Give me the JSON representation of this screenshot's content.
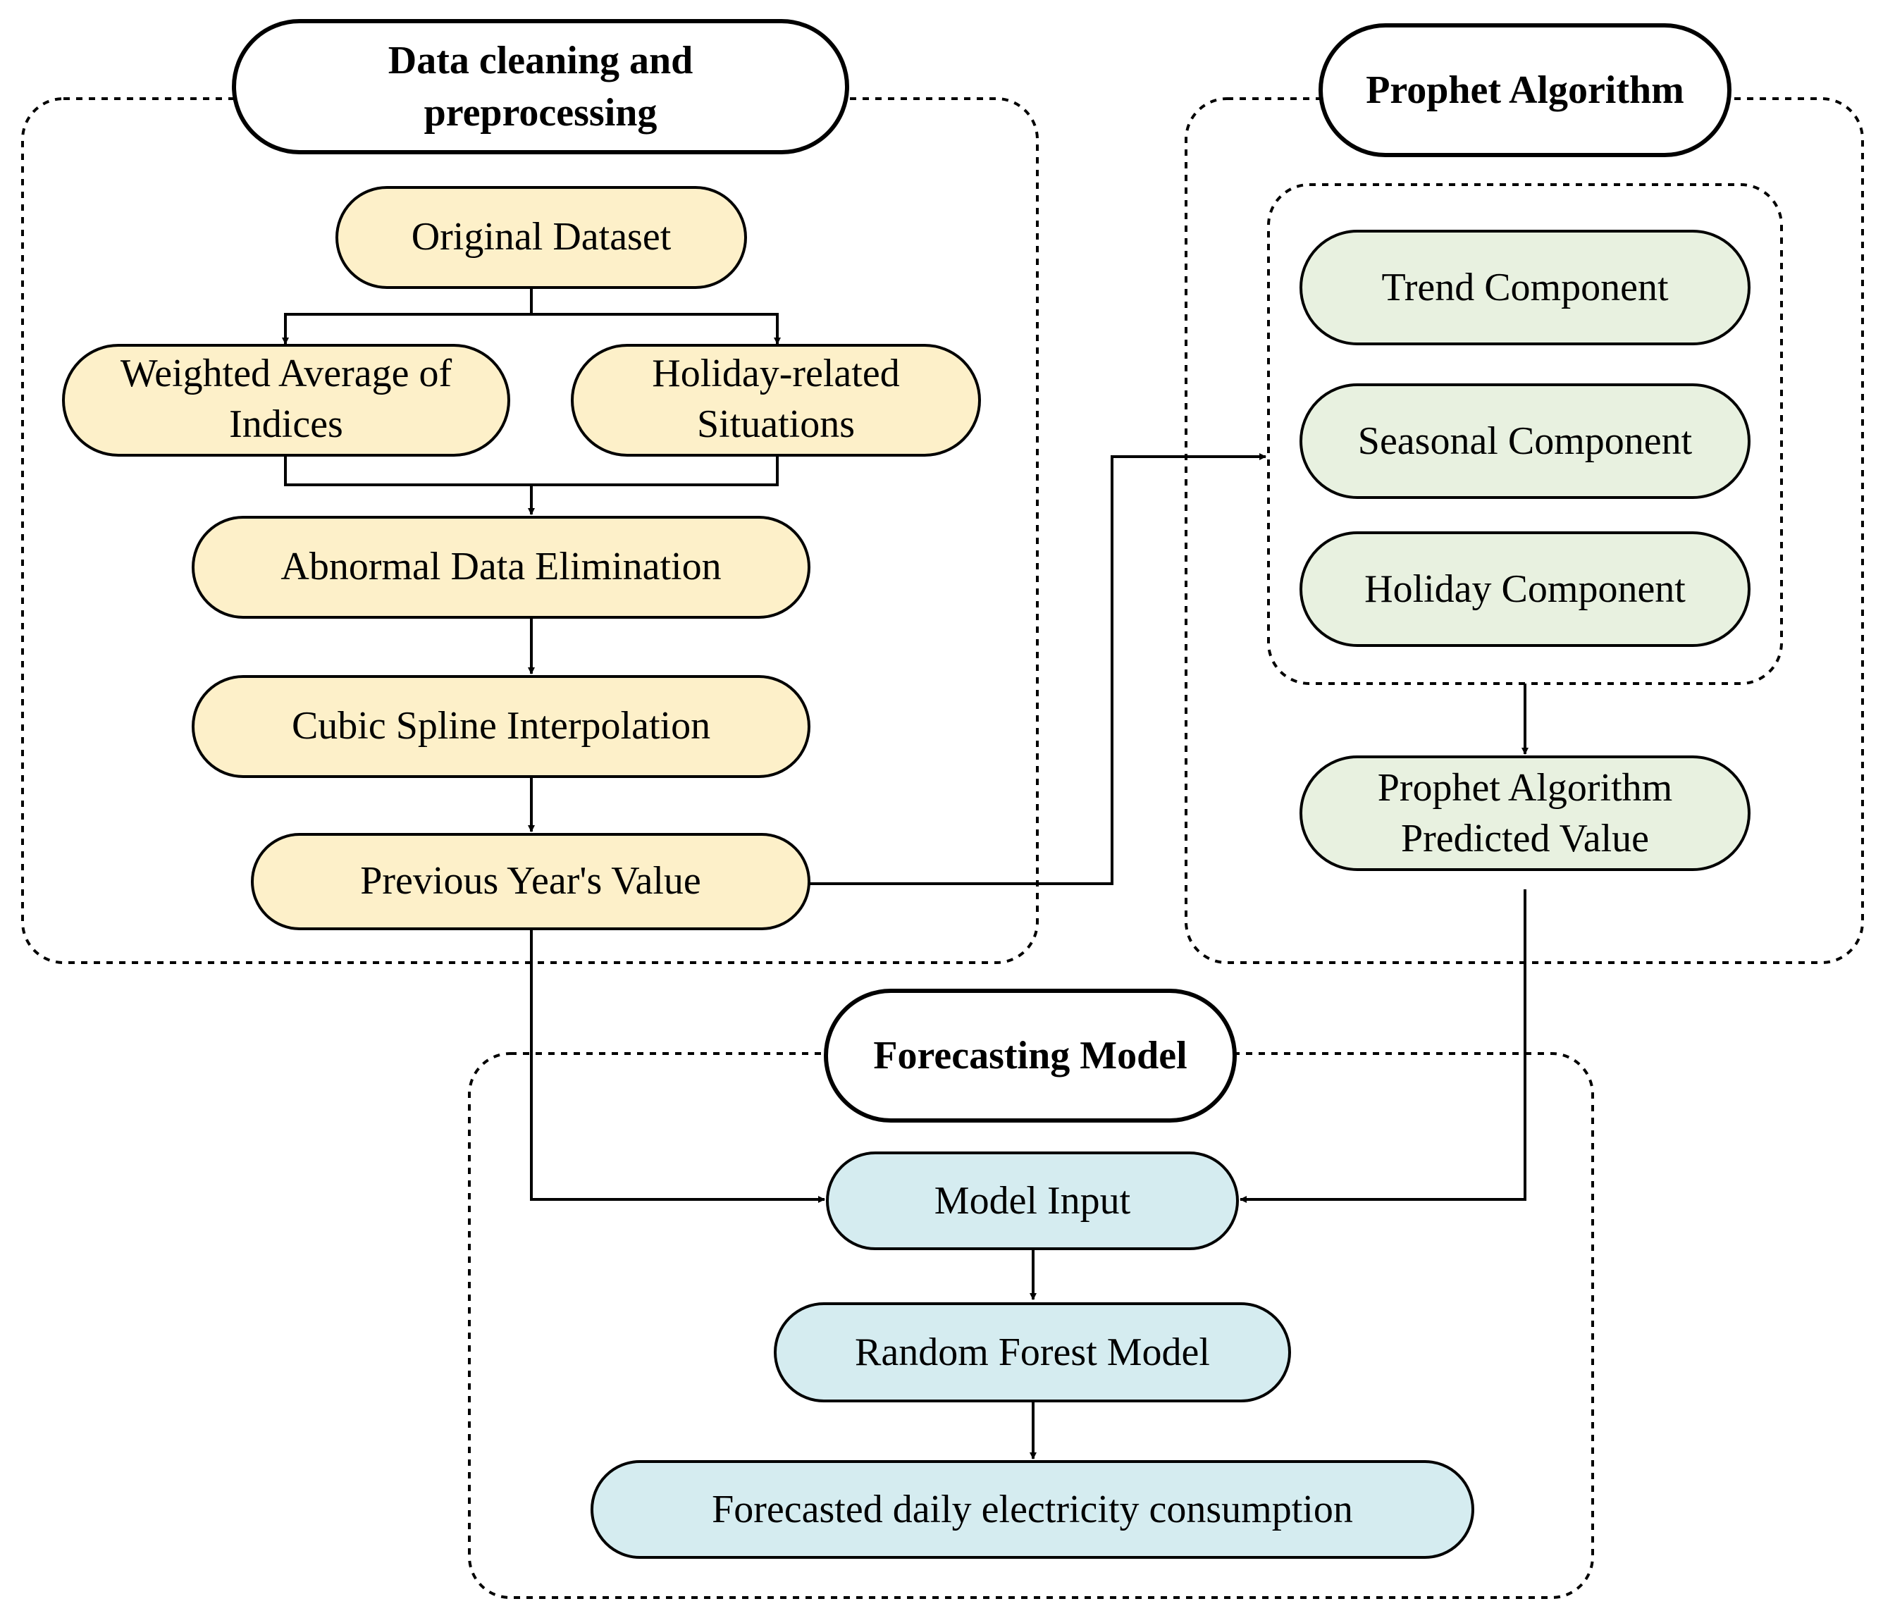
{
  "colors": {
    "data_cleaning_fill": "#fdf0c9",
    "prophet_fill": "#e8f1e0",
    "forecasting_fill": "#d5ecf0",
    "stroke": "#000000"
  },
  "groups": {
    "data_cleaning": {
      "title_line1": "Data cleaning and",
      "title_line2": "preprocessing"
    },
    "prophet": {
      "title": "Prophet Algorithm"
    },
    "forecasting": {
      "title": "Forecasting Model"
    }
  },
  "nodes": {
    "original_dataset": "Original Dataset",
    "weighted_average_line1": "Weighted Average of",
    "weighted_average_line2": "Indices",
    "holiday_related_line1": "Holiday-related",
    "holiday_related_line2": "Situations",
    "abnormal_data": "Abnormal Data Elimination",
    "cubic_spline": "Cubic Spline Interpolation",
    "previous_year": "Previous Year's Value",
    "trend_component": "Trend Component",
    "seasonal_component": "Seasonal Component",
    "holiday_component": "Holiday Component",
    "prophet_predicted_line1": "Prophet Algorithm",
    "prophet_predicted_line2": "Predicted Value",
    "model_input": "Model Input",
    "random_forest": "Random Forest Model",
    "forecasted_consumption": "Forecasted daily electricity consumption"
  }
}
